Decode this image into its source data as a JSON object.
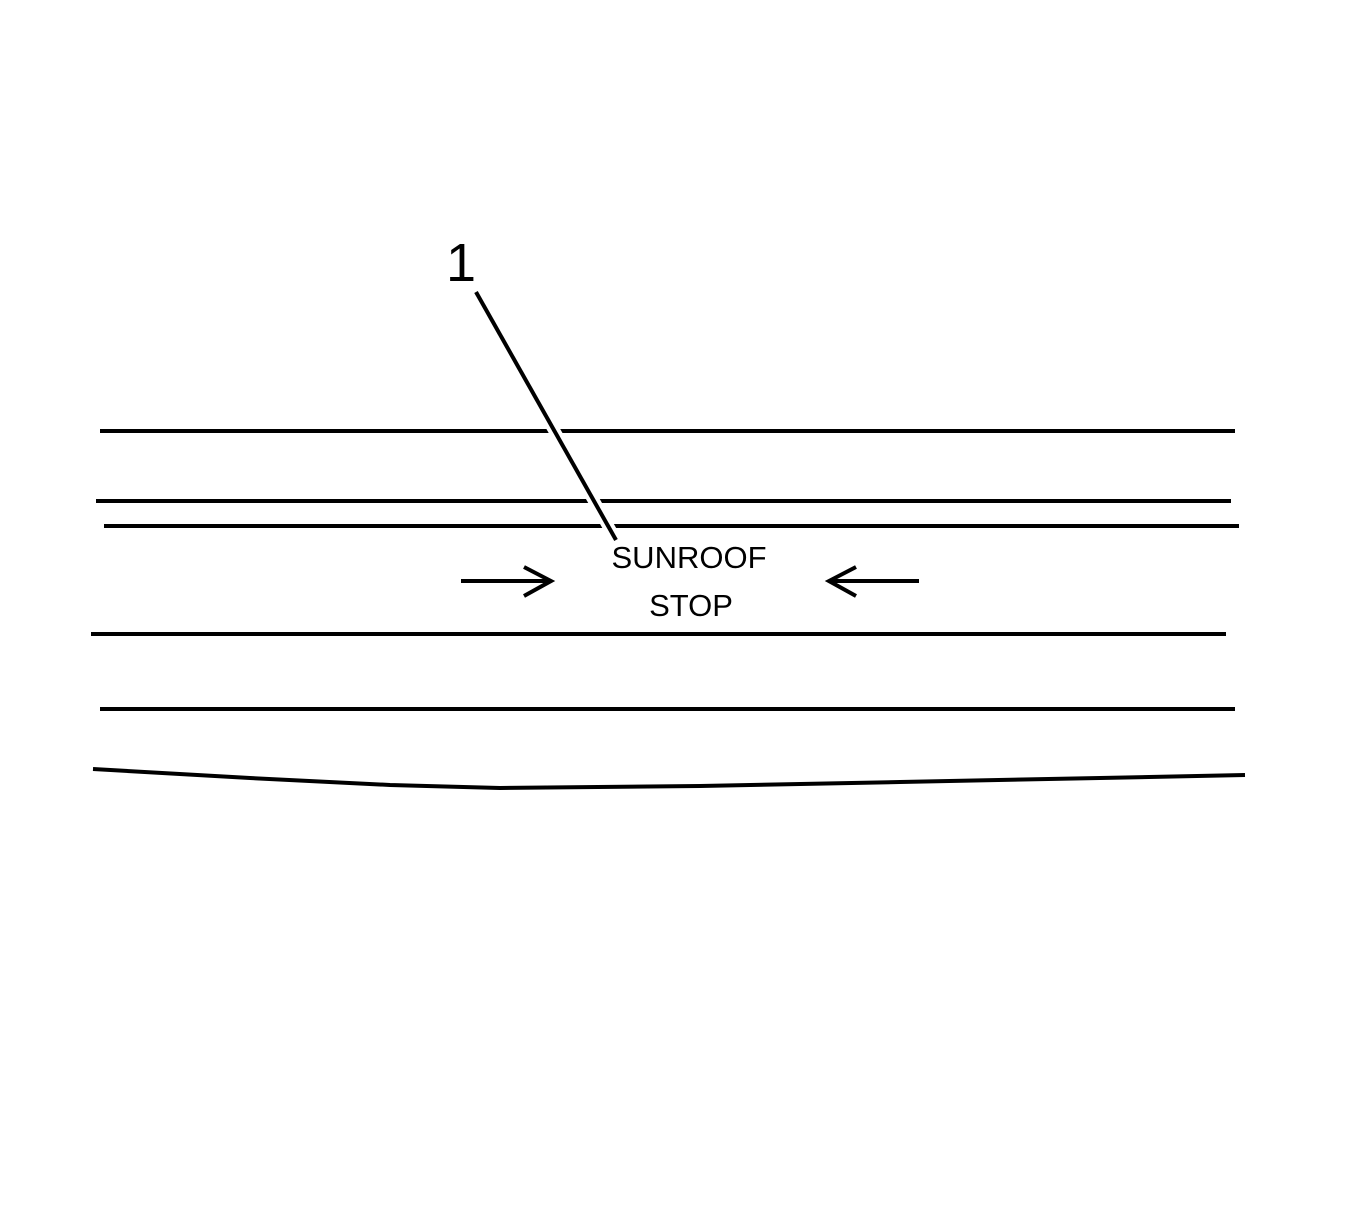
{
  "diagram": {
    "callout": "1",
    "label_line1": "SUNROOF",
    "label_line2": "STOP",
    "colors": {
      "ink": "#000000",
      "background": "#ffffff"
    },
    "icons": [
      "arrow-right-icon",
      "arrow-left-icon"
    ]
  }
}
